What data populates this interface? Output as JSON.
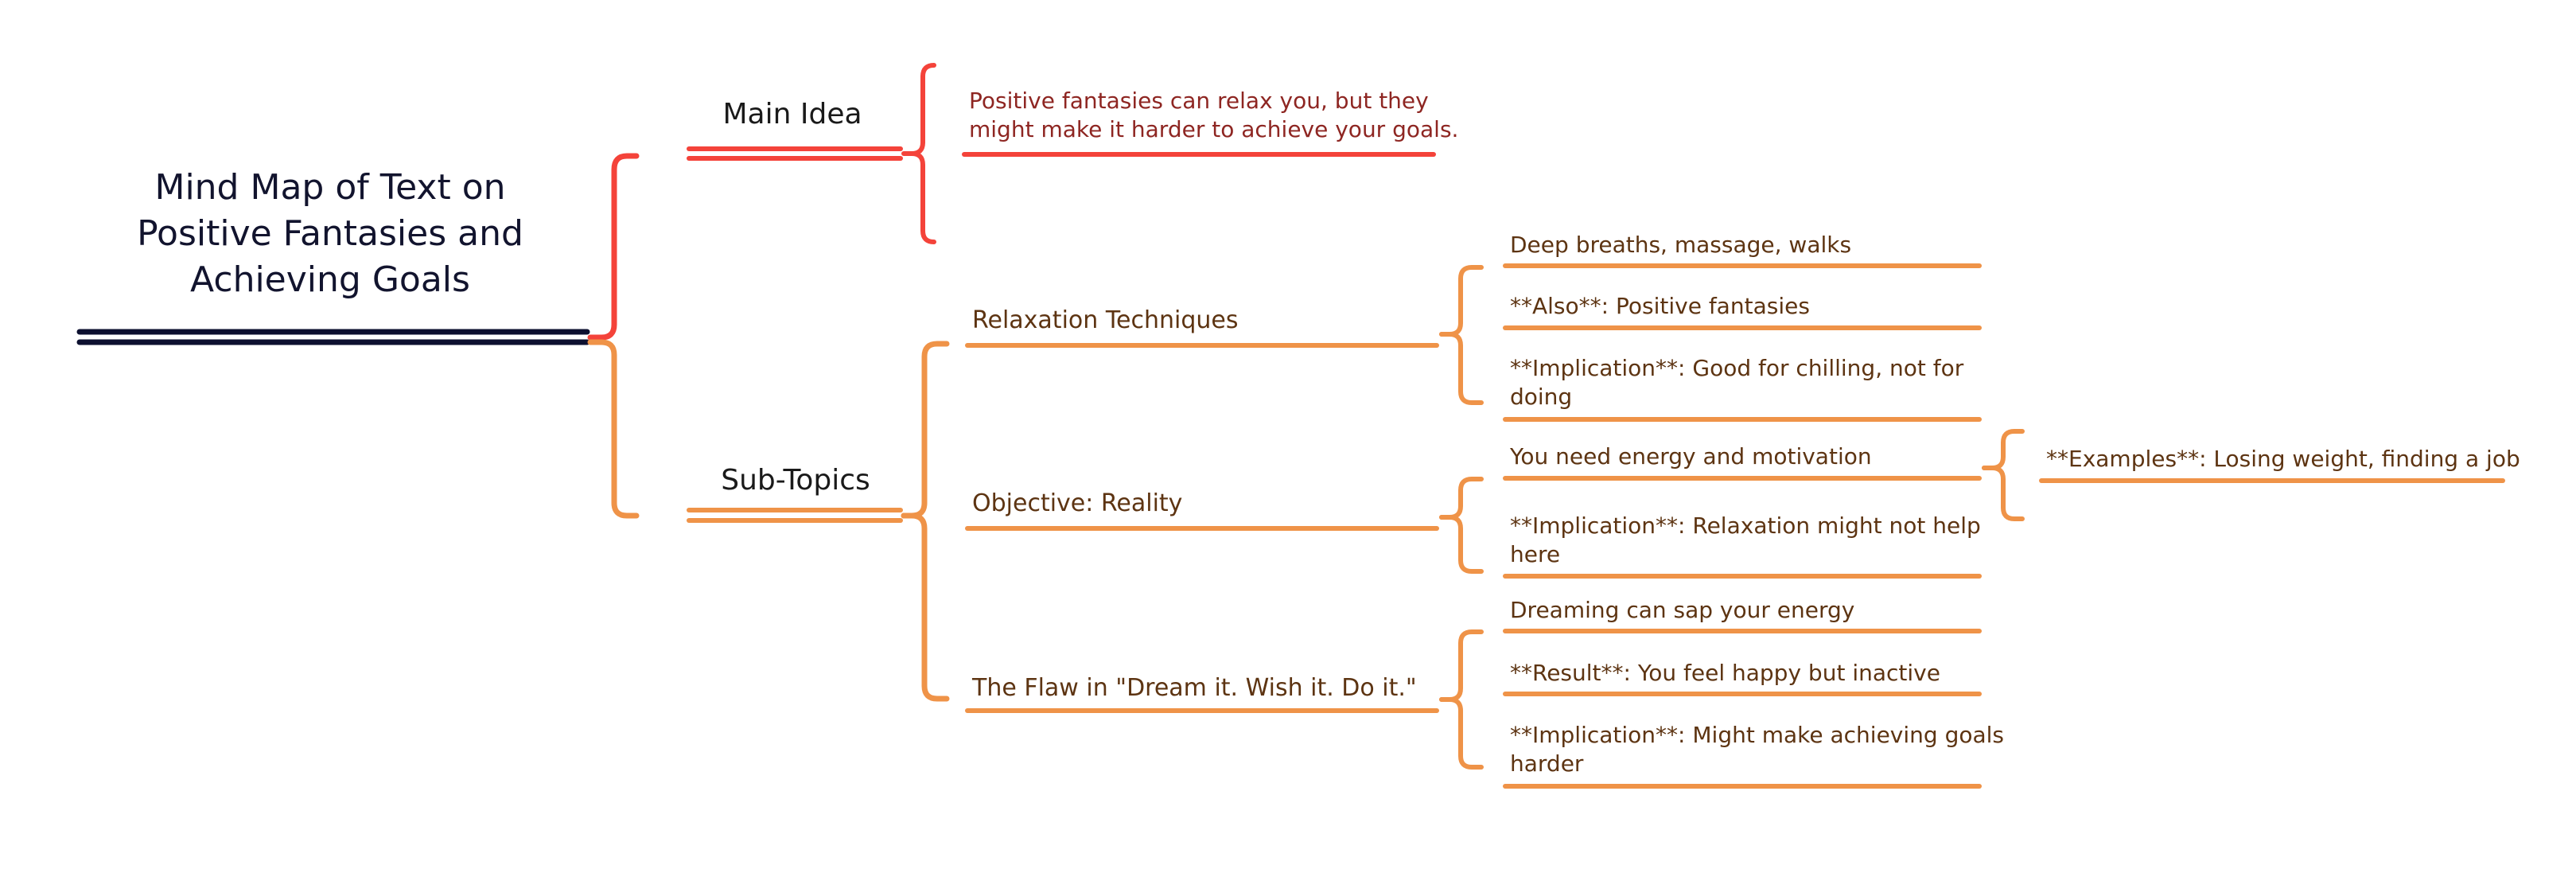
{
  "diagram": {
    "type": "mind-map",
    "background": "#ffffff",
    "colors": {
      "root_line": "#0d1030",
      "root_text": "#12142e",
      "branch_text": "#1a1a1a",
      "red": "#f4433a",
      "red_text": "#8e2622",
      "orange": "#ef9348",
      "orange_text": "#5d3412"
    }
  },
  "root": {
    "label": "Mind Map of Text on Positive Fantasies and Achieving Goals",
    "lines": [
      "Mind Map of Text on",
      "Positive Fantasies and",
      "Achieving Goals"
    ]
  },
  "branches": [
    {
      "id": "main-idea",
      "label": "Main Idea",
      "color": "#f4433a",
      "children": [
        {
          "id": "main-idea-leaf",
          "label": "Positive fantasies can relax you, but they might make it harder to achieve your goals.",
          "lines": [
            "Positive fantasies can relax you, but they",
            "might make it harder to achieve your goals."
          ],
          "children": []
        }
      ]
    },
    {
      "id": "sub-topics",
      "label": "Sub-Topics",
      "color": "#ef9348",
      "children": [
        {
          "id": "relaxation-techniques",
          "label": "Relaxation Techniques",
          "lines": [
            "Relaxation Techniques"
          ],
          "children": [
            {
              "id": "deep-breaths",
              "label": "Deep breaths, massage, walks",
              "lines": [
                "Deep breaths, massage, walks"
              ],
              "children": []
            },
            {
              "id": "also-positive-fantasies",
              "label": "**Also**: Positive fantasies",
              "lines": [
                "**Also**: Positive fantasies"
              ],
              "children": []
            },
            {
              "id": "implication-chilling",
              "label": "**Implication**: Good for chilling, not for doing",
              "lines": [
                "**Implication**: Good for chilling, not for",
                "doing"
              ],
              "children": []
            }
          ]
        },
        {
          "id": "objective-reality",
          "label": "Objective: Reality",
          "lines": [
            "Objective: Reality"
          ],
          "children": [
            {
              "id": "need-energy",
              "label": "You need energy and motivation",
              "lines": [
                "You need energy and motivation"
              ],
              "children": [
                {
                  "id": "examples-losing-weight",
                  "label": "**Examples**: Losing weight, finding a job",
                  "lines": [
                    "**Examples**: Losing weight, finding a job"
                  ],
                  "children": []
                }
              ]
            },
            {
              "id": "implication-relaxation",
              "label": "**Implication**: Relaxation might not help here",
              "lines": [
                "**Implication**: Relaxation might not help",
                "here"
              ],
              "children": []
            }
          ]
        },
        {
          "id": "the-flaw",
          "label": "The Flaw in \"Dream it. Wish it. Do it.\"",
          "lines": [
            "The Flaw in \"Dream it. Wish it. Do it.\""
          ],
          "children": [
            {
              "id": "dreaming-sap-energy",
              "label": "Dreaming can sap your energy",
              "lines": [
                "Dreaming can sap your energy"
              ],
              "children": []
            },
            {
              "id": "result-happy-inactive",
              "label": "**Result**: You feel happy but inactive",
              "lines": [
                "**Result**: You feel happy but inactive"
              ],
              "children": []
            },
            {
              "id": "implication-harder",
              "label": "**Implication**: Might make achieving goals harder",
              "lines": [
                "**Implication**: Might make achieving goals",
                "harder"
              ],
              "children": []
            }
          ]
        }
      ]
    }
  ]
}
